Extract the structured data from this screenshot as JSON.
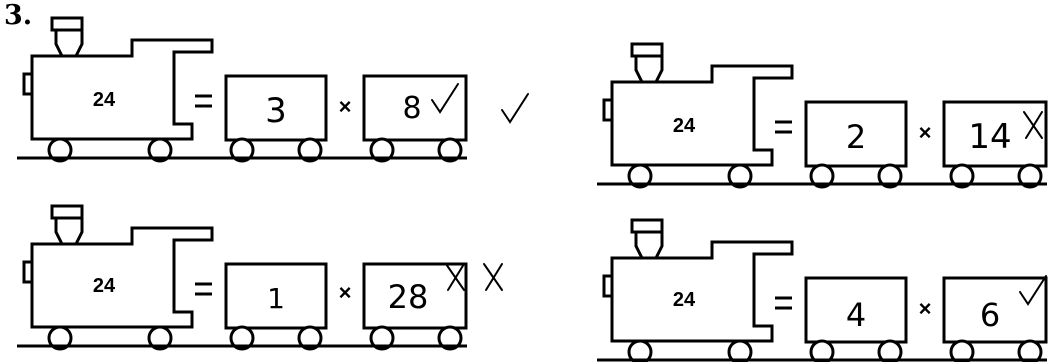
{
  "problem_number": "3.",
  "trains": [
    {
      "engine": "24",
      "equals": "=",
      "car1": "3",
      "times": "×",
      "car2": "8",
      "mark_on_car2": "check",
      "extra_mark": "check"
    },
    {
      "engine": "24",
      "equals": "=",
      "car1": "2",
      "times": "×",
      "car2": "14",
      "mark_on_car2": "x"
    },
    {
      "engine": "24",
      "equals": "=",
      "car1": "1",
      "times": "×",
      "car2": "28",
      "mark_on_car2": "x",
      "extra_mark": "x"
    },
    {
      "engine": "24",
      "equals": "=",
      "car1": "4",
      "times": "×",
      "car2": "6",
      "mark_on_car2": "check"
    }
  ]
}
